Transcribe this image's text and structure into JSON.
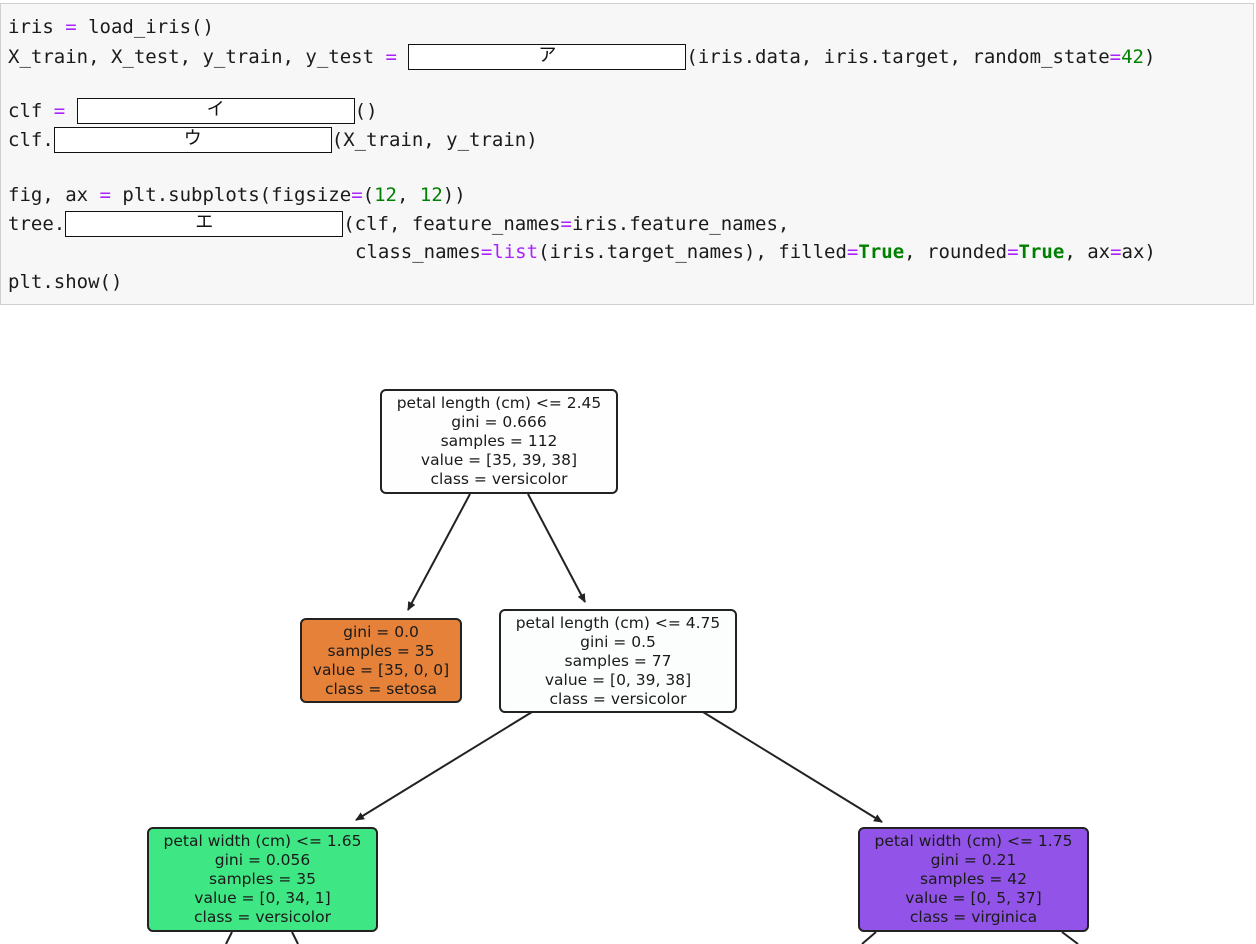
{
  "code": {
    "line1": {
      "a": "iris ",
      "op1": "=",
      "b": " load_iris()"
    },
    "line2": {
      "a": "X_train, X_test, y_train, y_test ",
      "op1": "=",
      "b": " ",
      "blank": "ア",
      "c": "(iris.data, iris.target, random_state",
      "op2": "=",
      "num": "42",
      "d": ")"
    },
    "line4": {
      "a": "clf ",
      "op1": "=",
      "b": " ",
      "blank": "イ",
      "c": "()"
    },
    "line5": {
      "a": "clf.",
      "blank": "ウ",
      "c": "(X_train, y_train)"
    },
    "line7": {
      "a": "fig, ax ",
      "op1": "=",
      "b": " plt.subplots(figsize",
      "op2": "=",
      "c": "(",
      "n1": "12",
      "d": ", ",
      "n2": "12",
      "e": "))"
    },
    "line8": {
      "a": "tree.",
      "blank": "エ",
      "c": "(clf, feature_names",
      "op1": "=",
      "d": "iris.feature_names,"
    },
    "line9": {
      "a": "class_names",
      "op1": "=",
      "fn": "list",
      "b": "(iris.target_names), filled",
      "op2": "=",
      "kw1": "True",
      "c": ", rounded",
      "op3": "=",
      "kw2": "True",
      "d": ", ax",
      "op4": "=",
      "e": "ax)"
    },
    "line10": {
      "a": "plt.show()"
    }
  },
  "tree": {
    "root": {
      "l1": "petal length (cm) <= 2.45",
      "l2": "gini = 0.666",
      "l3": "samples = 112",
      "l4": "value = [35, 39, 38]",
      "l5": "class = versicolor",
      "color": "#fdfefd"
    },
    "left": {
      "l1": "gini = 0.0",
      "l2": "samples = 35",
      "l3": "value = [35, 0, 0]",
      "l4": "class = setosa",
      "color": "#e58139"
    },
    "right": {
      "l1": "petal length (cm) <= 4.75",
      "l2": "gini = 0.5",
      "l3": "samples = 77",
      "l4": "value = [0, 39, 38]",
      "l5": "class = versicolor",
      "color": "#fcfefd"
    },
    "rl": {
      "l1": "petal width (cm) <= 1.65",
      "l2": "gini = 0.056",
      "l3": "samples = 35",
      "l4": "value = [0, 34, 1]",
      "l5": "class = versicolor",
      "color": "#3fe684"
    },
    "rr": {
      "l1": "petal width (cm) <= 1.75",
      "l2": "gini = 0.21",
      "l3": "samples = 42",
      "l4": "value = [0, 5, 37]",
      "l5": "class = virginica",
      "color": "#9254e8"
    }
  }
}
